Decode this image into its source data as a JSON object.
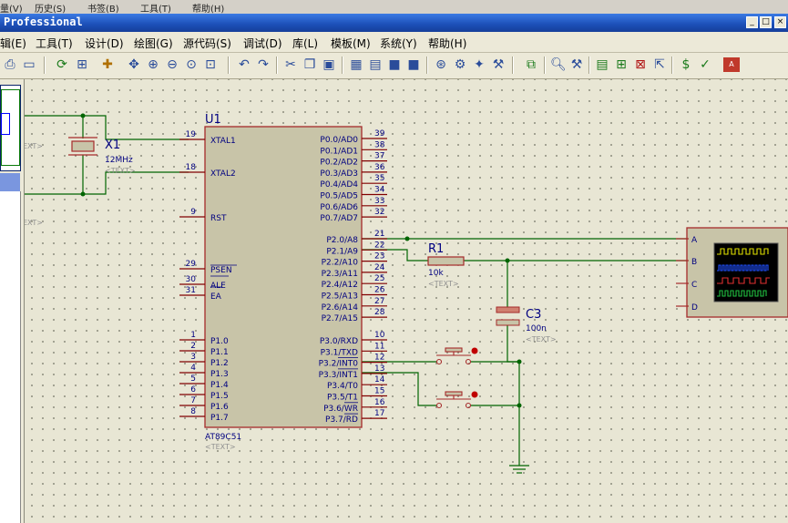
{
  "top_strip": [
    "量(V)",
    "历史(S)",
    "书签(B)",
    "工具(T)",
    "帮助(H)"
  ],
  "window": {
    "title": "Professional",
    "buttons": [
      "_",
      "□",
      "×"
    ]
  },
  "menu": [
    "辑(E)",
    "工具(T)",
    "设计(D)",
    "绘图(G)",
    "源代码(S)",
    "调试(D)",
    "库(L)",
    "模板(M)",
    "系统(Y)",
    "帮助(H)"
  ],
  "toolbar_icons": [
    "print-icon",
    "page-icon",
    "refresh-icon",
    "grid-icon",
    "origin-icon",
    "pan-icon",
    "zoom-in-icon",
    "zoom-out-icon",
    "zoom-all-icon",
    "zoom-area-icon",
    "undo-icon",
    "redo-icon",
    "cut-icon",
    "copy-icon",
    "paste-icon",
    "block-copy-icon",
    "block-move-icon",
    "block-rotate-icon",
    "block-delete-icon",
    "pick-device-icon",
    "make-device-icon",
    "pack-icon",
    "decompose-icon",
    "wire-autoroute-icon",
    "search-icon",
    "property-tool-icon",
    "new-sheet-icon",
    "add-sheet-icon",
    "remove-sheet-icon",
    "exit-sheet-icon",
    "bom-icon",
    "erc-icon",
    "ares-icon"
  ],
  "colors": {
    "wire": "#006400",
    "outline": "#a52a2a",
    "body": "#c8c4a8",
    "text": "#000080",
    "pin": "#800000"
  },
  "schematic": {
    "u1_ref": "U1",
    "u1_part": "AT89C51",
    "text_placeholder": "<TEXT>",
    "left_text": "EXT>",
    "left_text2": "EXT>",
    "x1_ref": "X1",
    "x1_value": "12MHz",
    "r1_ref": "R1",
    "r1_value": "10k",
    "c3_ref": "C3",
    "c3_value": "100n",
    "scope_channels": [
      "A",
      "B",
      "C",
      "D"
    ],
    "left_pins": [
      {
        "num": "19",
        "label": "XTAL1"
      },
      {
        "num": "18",
        "label": "XTAL2"
      },
      {
        "num": "9",
        "label": "RST"
      },
      {
        "num": "29",
        "label": "PSEN"
      },
      {
        "num": "30",
        "label": "ALE"
      },
      {
        "num": "31",
        "label": "EA"
      },
      {
        "num": "1",
        "label": "P1.0"
      },
      {
        "num": "2",
        "label": "P1.1"
      },
      {
        "num": "3",
        "label": "P1.2"
      },
      {
        "num": "4",
        "label": "P1.3"
      },
      {
        "num": "5",
        "label": "P1.4"
      },
      {
        "num": "6",
        "label": "P1.5"
      },
      {
        "num": "7",
        "label": "P1.6"
      },
      {
        "num": "8",
        "label": "P1.7"
      }
    ],
    "right_pins": [
      {
        "num": "39",
        "label": "P0.0/AD0"
      },
      {
        "num": "38",
        "label": "P0.1/AD1"
      },
      {
        "num": "37",
        "label": "P0.2/AD2"
      },
      {
        "num": "36",
        "label": "P0.3/AD3"
      },
      {
        "num": "35",
        "label": "P0.4/AD4"
      },
      {
        "num": "34",
        "label": "P0.5/AD5"
      },
      {
        "num": "33",
        "label": "P0.6/AD6"
      },
      {
        "num": "32",
        "label": "P0.7/AD7"
      },
      {
        "num": "21",
        "label": "P2.0/A8"
      },
      {
        "num": "22",
        "label": "P2.1/A9"
      },
      {
        "num": "23",
        "label": "P2.2/A10"
      },
      {
        "num": "24",
        "label": "P2.3/A11"
      },
      {
        "num": "25",
        "label": "P2.4/A12"
      },
      {
        "num": "26",
        "label": "P2.5/A13"
      },
      {
        "num": "27",
        "label": "P2.6/A14"
      },
      {
        "num": "28",
        "label": "P2.7/A15"
      },
      {
        "num": "10",
        "label": "P3.0/RXD"
      },
      {
        "num": "11",
        "label": "P3.1/TXD"
      },
      {
        "num": "12",
        "label": "P3.2/INT0"
      },
      {
        "num": "13",
        "label": "P3.3/INT1"
      },
      {
        "num": "14",
        "label": "P3.4/T0"
      },
      {
        "num": "15",
        "label": "P3.5/T1"
      },
      {
        "num": "16",
        "label": "P3.6/WR"
      },
      {
        "num": "17",
        "label": "P3.7/RD"
      }
    ]
  }
}
